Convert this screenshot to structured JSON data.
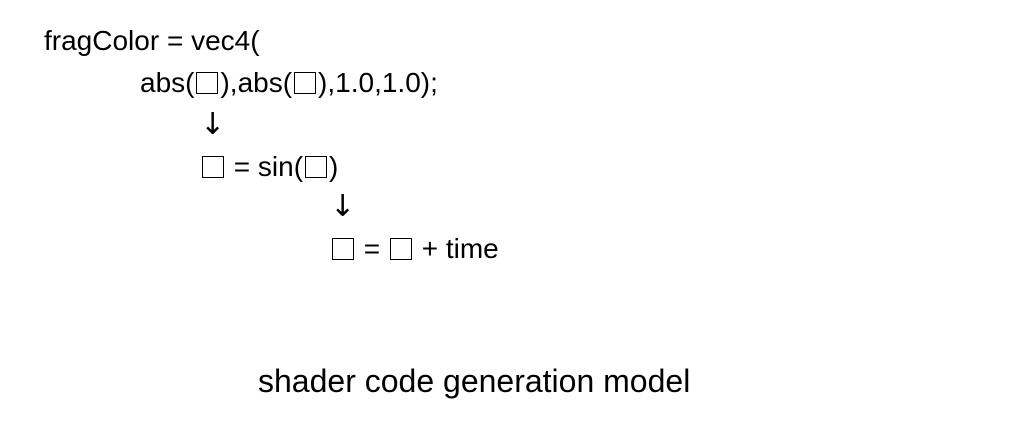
{
  "code": {
    "line1": "fragColor = vec4(",
    "line2_prefix": "abs(",
    "line2_mid": "),abs(",
    "line2_suffix": "),1.0,1.0);",
    "arrow": "↓",
    "line3_assign": " =  sin(",
    "line3_close": ")",
    "line4_eq": " = ",
    "line4_tail": " + time"
  },
  "caption": "shader code generation model"
}
